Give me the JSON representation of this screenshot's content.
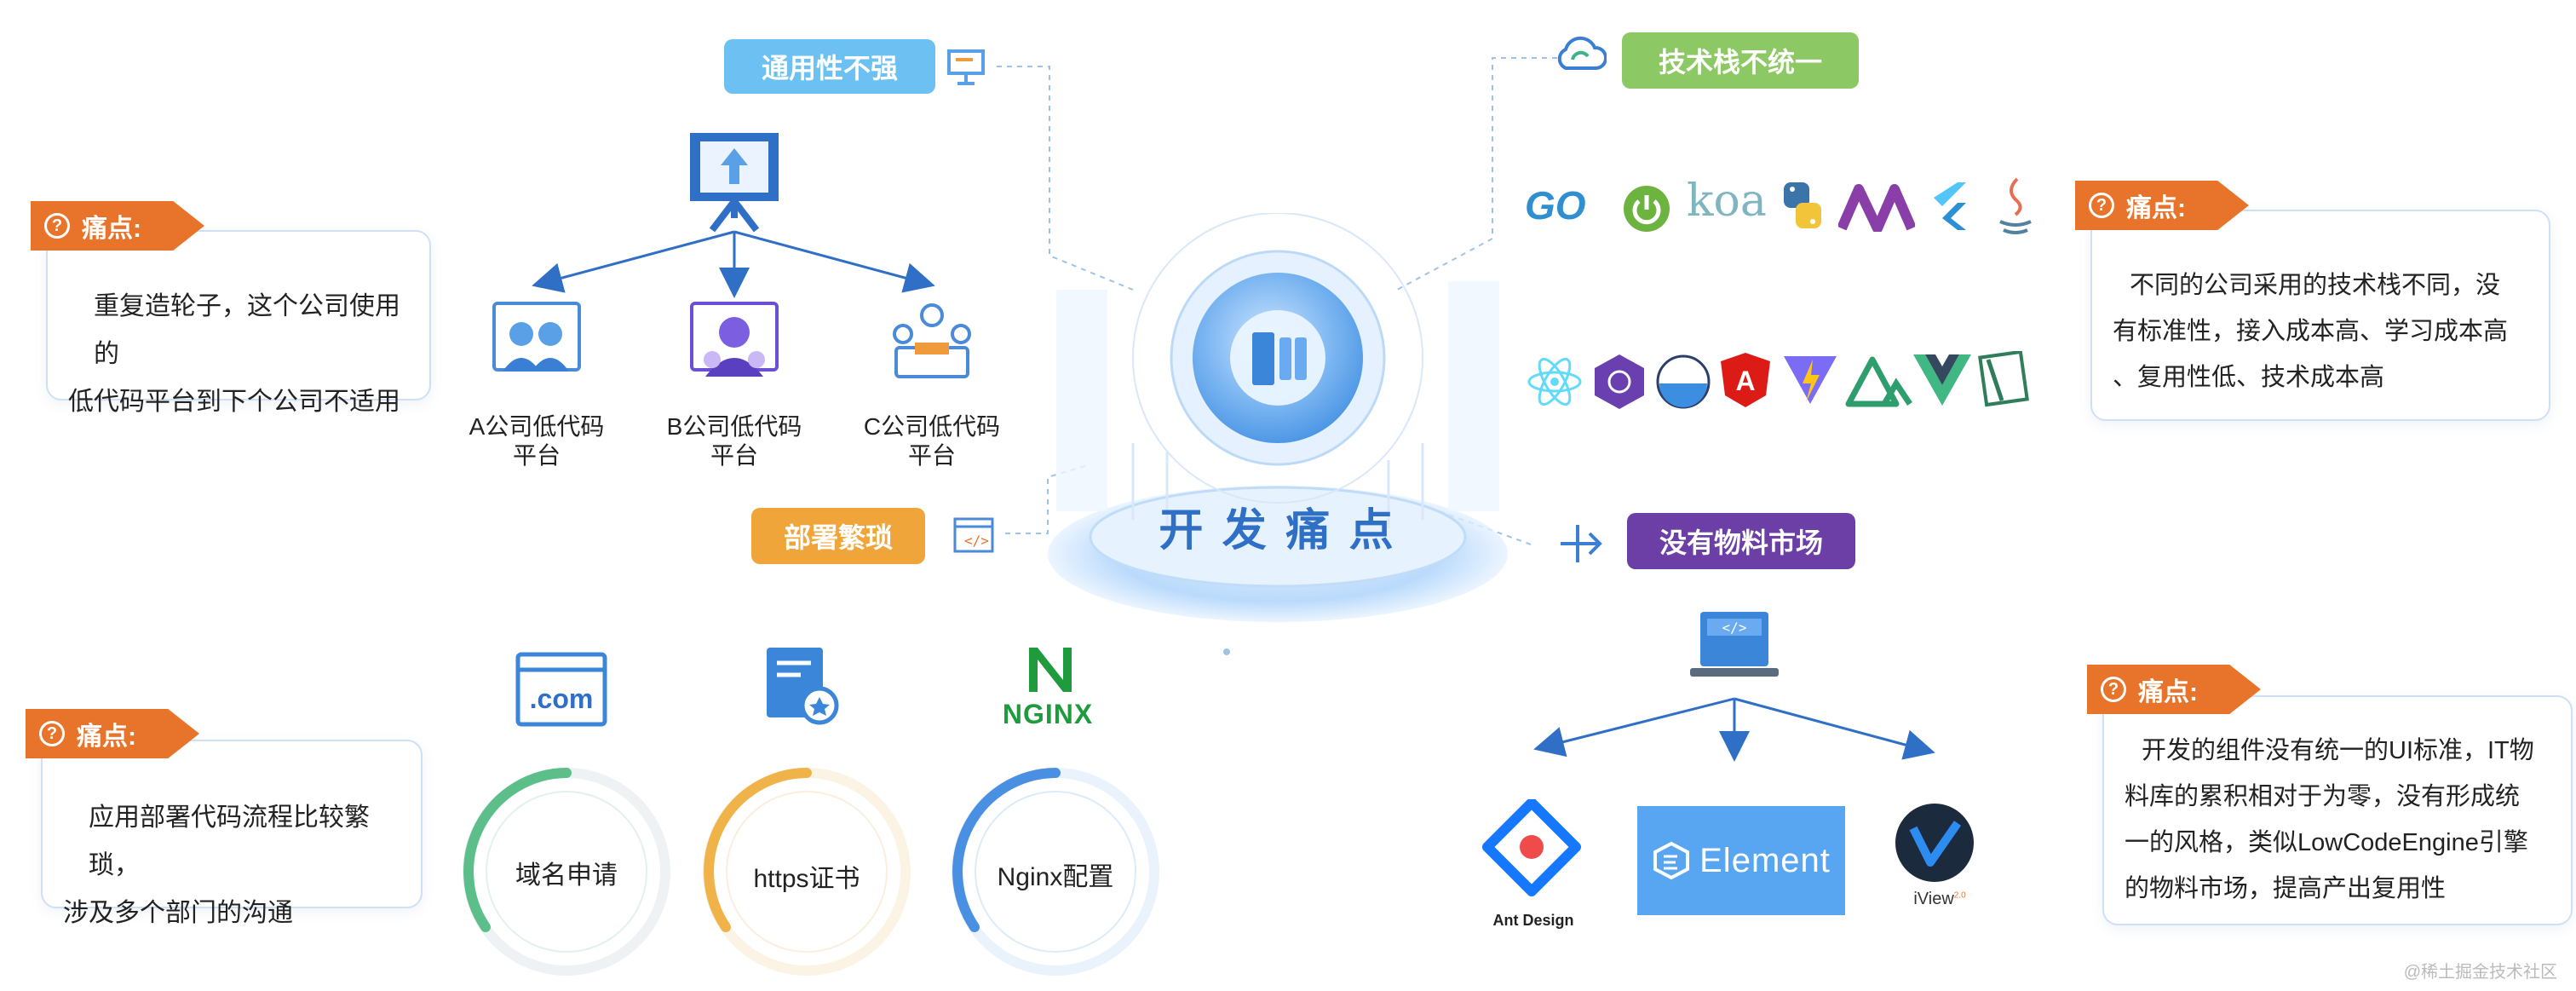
{
  "center": {
    "title": "开 发 痛 点"
  },
  "pills": {
    "generality": {
      "label": "通用性不强",
      "color": "#6cc1f2"
    },
    "tech_stack": {
      "label": "技术栈不统一",
      "color": "#8cc863"
    },
    "deploy": {
      "label": "部署繁琐",
      "color": "#f0a53b"
    },
    "market": {
      "label": "没有物料市场",
      "color": "#6b3fa6"
    }
  },
  "callouts": {
    "top_left": {
      "tag": "痛点:",
      "lines": [
        "重复造轮子，这个公司使用的",
        "低代码平台到下个公司不适用"
      ]
    },
    "top_right": {
      "tag": "痛点:",
      "lines": [
        "不同的公司采用的技术栈不同，没",
        "有标准性，接入成本高、学习成本高",
        "、复用性低、技术成本高"
      ]
    },
    "bottom_left": {
      "tag": "痛点:",
      "lines": [
        "应用部署代码流程比较繁琐，",
        "涉及多个部门的沟通"
      ]
    },
    "bottom_right": {
      "tag": "痛点:",
      "lines": [
        "开发的组件没有统一的UI标准，IT物",
        "料库的累积相对于为零，没有形成统",
        "一的风格，类似LowCodeEngine引擎",
        "的物料市场，提高产出复用性"
      ]
    }
  },
  "platforms": [
    {
      "line1": "A公司低代码",
      "line2": "平台"
    },
    {
      "line1": "B公司低代码",
      "line2": "平台"
    },
    {
      "line1": "C公司低代码",
      "line2": "平台"
    }
  ],
  "deploy_items": {
    "domain_icon_text": ".com",
    "nginx_logo_text": "NGINX",
    "rings": [
      {
        "label": "域名申请",
        "color": "#5cbf8a"
      },
      {
        "label": "https证书",
        "color": "#f0b34a"
      },
      {
        "label": "Nginx配置",
        "color": "#4a90e2"
      }
    ]
  },
  "tech_logos": {
    "go": "GO",
    "koa": "koa"
  },
  "ui_libs": {
    "ant": "Ant Design",
    "element": "Element",
    "iview": "iView",
    "iview_sup": "2.0"
  },
  "watermark": "@稀土掘金技术社区"
}
